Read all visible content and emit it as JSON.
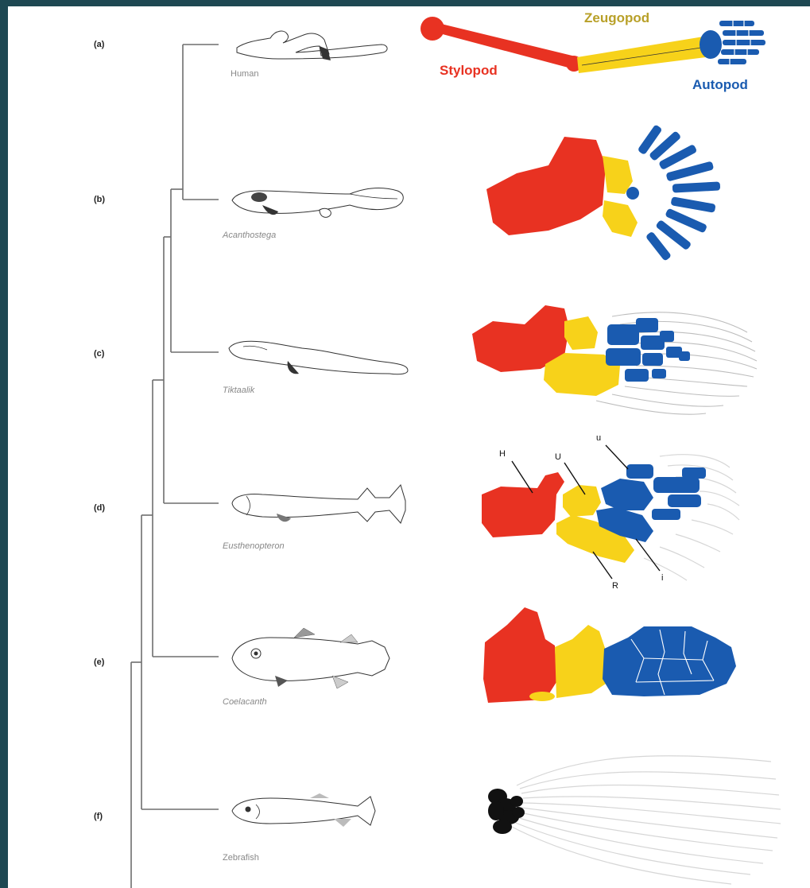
{
  "colors": {
    "stylopod": "#e83222",
    "zeugopod": "#f7d21a",
    "autopod": "#1a5bb0",
    "zebrafish_fin_base": "#111111",
    "tree": "#6e6e6e",
    "frame": "#1e4852"
  },
  "rows": [
    {
      "label": "(a)",
      "species": "Human",
      "italic": false
    },
    {
      "label": "(b)",
      "species": "Acanthostega",
      "italic": true
    },
    {
      "label": "(c)",
      "species": "Tiktaalik",
      "italic": true
    },
    {
      "label": "(d)",
      "species": "Eusthenopteron",
      "italic": true
    },
    {
      "label": "(e)",
      "species": "Coelacanth",
      "italic": true
    },
    {
      "label": "(f)",
      "species": "Zebrafish",
      "italic": false
    }
  ],
  "limb_parts": {
    "stylopod": "Stylopod",
    "zeugopod": "Zeugopod",
    "autopod": "Autopod"
  },
  "bone_labels": {
    "h": "H",
    "u_upper": "U",
    "u_lower": "u",
    "r": "R",
    "i": "i"
  }
}
